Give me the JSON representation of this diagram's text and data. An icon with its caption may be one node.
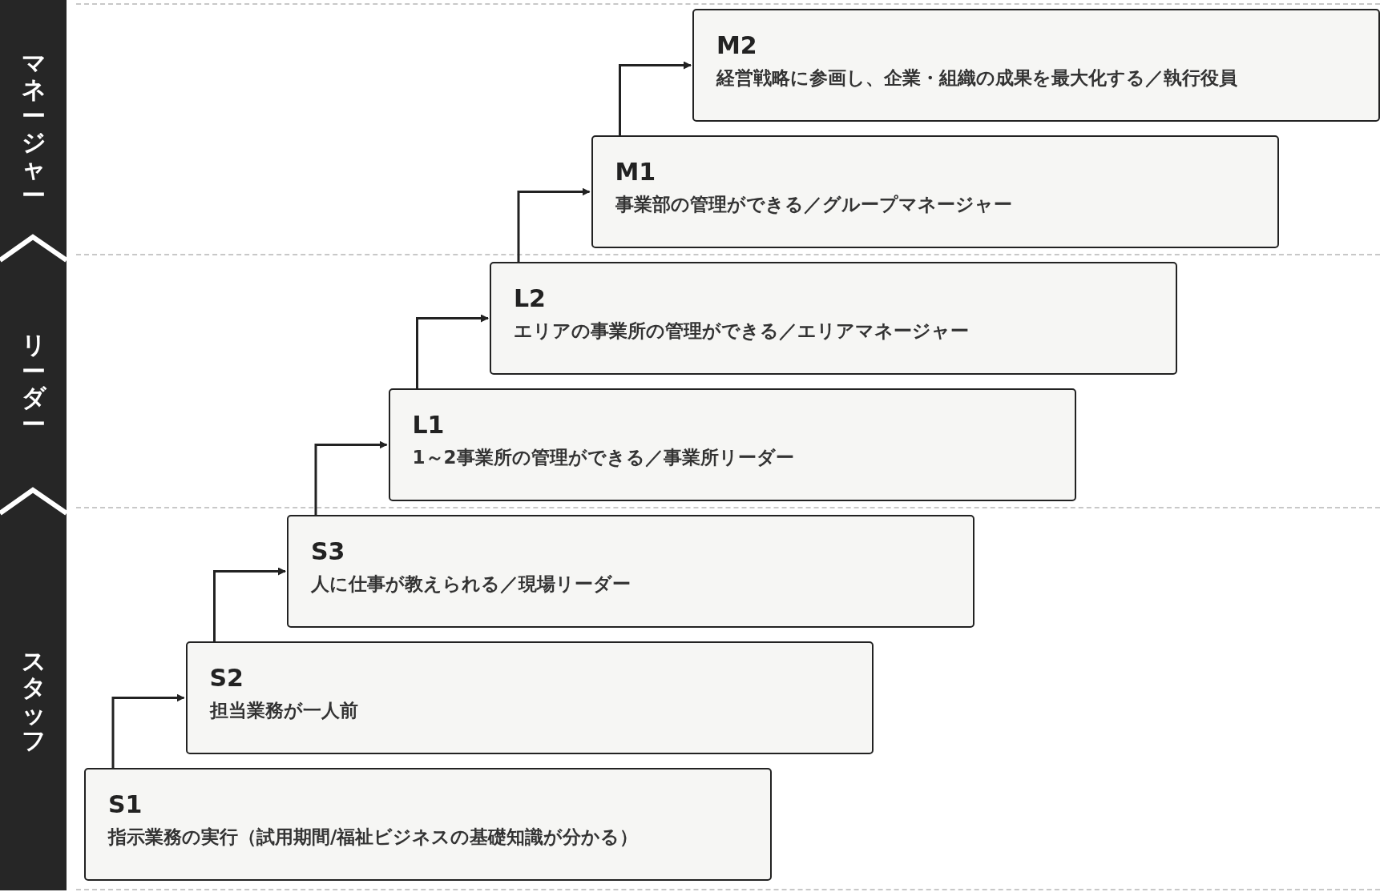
{
  "diagram": {
    "nodes": [
      {
        "text": [
          "マネージャー"
        ]
      },
      {
        "text": [
          "リーダー"
        ]
      },
      {
        "text": [
          "スタッフ"
        ]
      },
      {
        "text": [
          "M2",
          "経営戦略に参画し、企業・組織の成果を最大化する／執行役員"
        ]
      },
      {
        "text": [
          "M1",
          "事業部の管理ができる／グループマネージャー"
        ]
      },
      {
        "text": [
          "L2",
          "エリアの事業所の管理ができる／エリアマネージャー"
        ]
      },
      {
        "text": [
          "L1",
          "1～2事業所の管理ができる／事業所リーダー"
        ]
      },
      {
        "text": [
          "S3",
          "人に仕事が教えられる／現場リーダー"
        ]
      },
      {
        "text": [
          "S2",
          "担当業務が一人前"
        ]
      },
      {
        "text": [
          "S1",
          "指示業務の実行（試用期間/福祉ビジネスの基礎知識が分かる）"
        ]
      }
    ],
    "edges": [
      {
        "from": 9,
        "to": 8,
        "arrow": "to"
      },
      {
        "from": 8,
        "to": 7,
        "arrow": "to"
      },
      {
        "from": 7,
        "to": 6,
        "arrow": "to"
      },
      {
        "from": 6,
        "to": 5,
        "arrow": "to"
      },
      {
        "from": 5,
        "to": 4,
        "arrow": "to"
      },
      {
        "from": 4,
        "to": 3,
        "arrow": "to"
      }
    ]
  }
}
